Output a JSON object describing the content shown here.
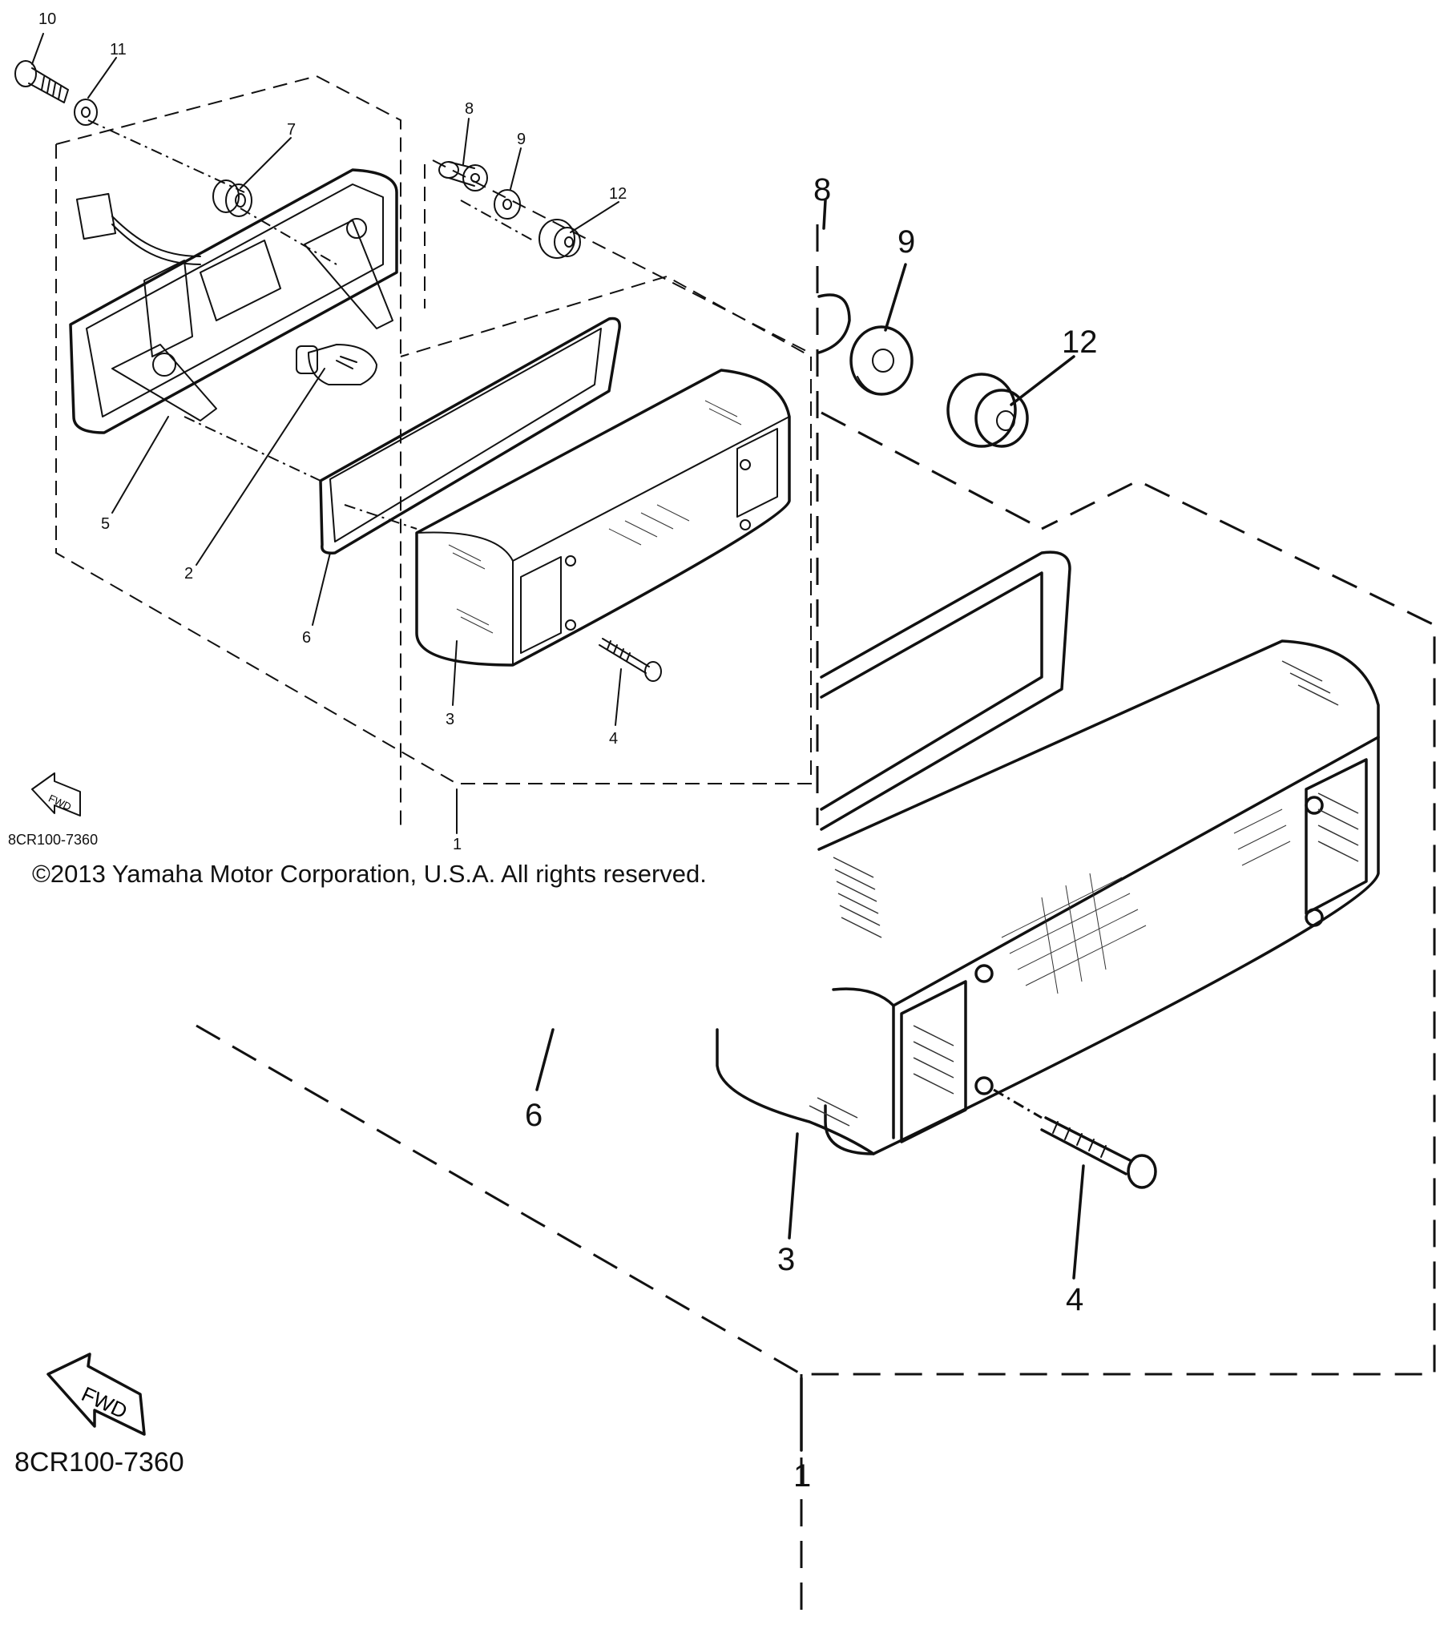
{
  "diagram": {
    "part_code_small": "8CR100-7360",
    "part_code_large": "8CR100-7360",
    "copyright": "©2013 Yamaha Motor Corporation, U.S.A. All rights reserved.",
    "fwd_label": "FWD",
    "callouts_small": [
      "10",
      "11",
      "7",
      "8",
      "9",
      "12",
      "5",
      "2",
      "6",
      "3",
      "4",
      "1"
    ],
    "callouts_large": [
      "8",
      "9",
      "12",
      "6",
      "3",
      "4",
      "1"
    ]
  }
}
